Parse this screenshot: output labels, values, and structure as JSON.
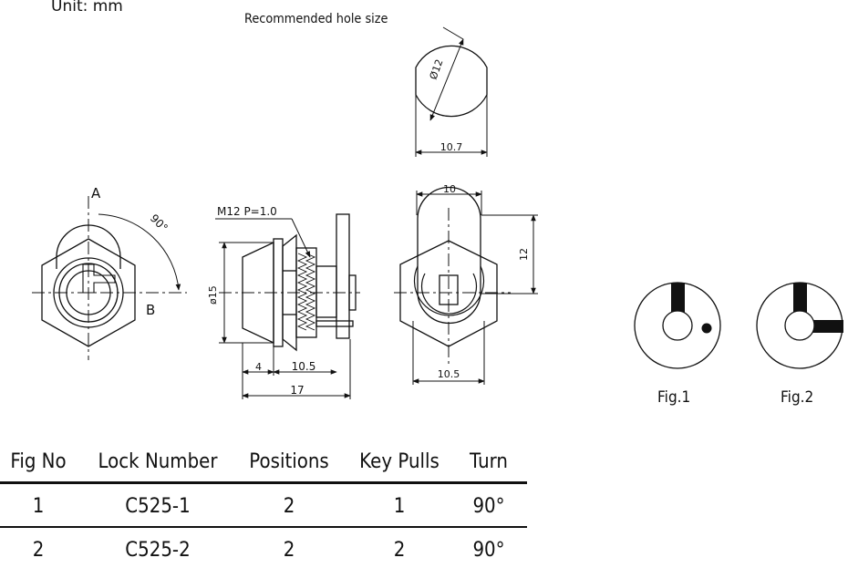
{
  "unit_label": "Unit:  mm",
  "recommended_label": "Recommended  hole  size",
  "dimensions": {
    "hole_dia": "Ø12",
    "hole_width": "10.7",
    "thread": "M12  P=1.0",
    "body_dia": "ø15",
    "dim_4": "4",
    "dim_10_5_side": "10.5",
    "dim_17": "17",
    "dim_10": "10",
    "dim_12": "12",
    "dim_10_5_front": "10.5",
    "angle": "90°",
    "pos_a": "A",
    "pos_b": "B"
  },
  "figures": {
    "fig1": "Fig.1",
    "fig2": "Fig.2"
  },
  "table": {
    "headers": [
      "Fig  No",
      "Lock  Number",
      "Positions",
      "Key  Pulls",
      "Turn"
    ],
    "rows": [
      [
        "1",
        "C525-1",
        "2",
        "1",
        "90°"
      ],
      [
        "2",
        "C525-2",
        "2",
        "2",
        "90°"
      ]
    ]
  }
}
